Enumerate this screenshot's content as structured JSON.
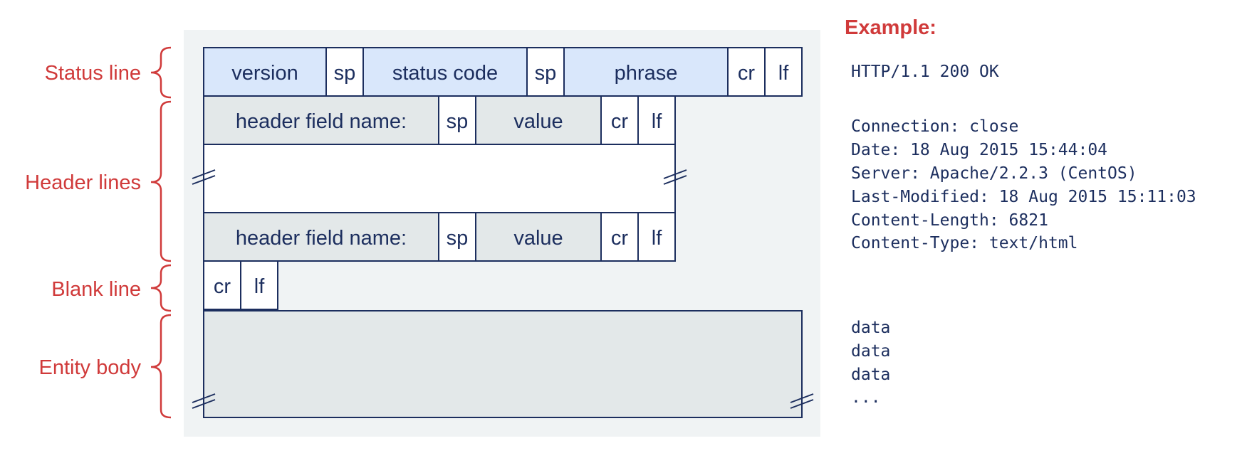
{
  "colors": {
    "label_red": "#d03a3a",
    "border_navy": "#1c2e5e",
    "panel_bg": "#f0f3f4",
    "status_fill": "#d9e7fb",
    "header_fill": "#e3e8e9",
    "white": "#ffffff",
    "body_fill": "#e3e8e9"
  },
  "section_labels": {
    "status": "Status line",
    "header": "Header lines",
    "blank": "Blank line",
    "body": "Entity body"
  },
  "status_line": {
    "version": "version",
    "sp1": "sp",
    "status_code": "status code",
    "sp2": "sp",
    "phrase": "phrase",
    "cr": "cr",
    "lf": "lf"
  },
  "header_line": {
    "field_name": "header field name:",
    "sp": "sp",
    "value": "value",
    "cr": "cr",
    "lf": "lf"
  },
  "blank_line": {
    "cr": "cr",
    "lf": "lf"
  },
  "example": {
    "title": "Example:",
    "status": "HTTP/1.1 200 OK",
    "headers": [
      "Connection: close",
      "Date: 18 Aug 2015 15:44:04",
      "Server: Apache/2.2.3 (CentOS)",
      "Last-Modified: 18 Aug 2015 15:11:03",
      "Content-Length: 6821",
      "Content-Type: text/html"
    ],
    "body": [
      "data",
      "data",
      "data",
      "..."
    ]
  }
}
